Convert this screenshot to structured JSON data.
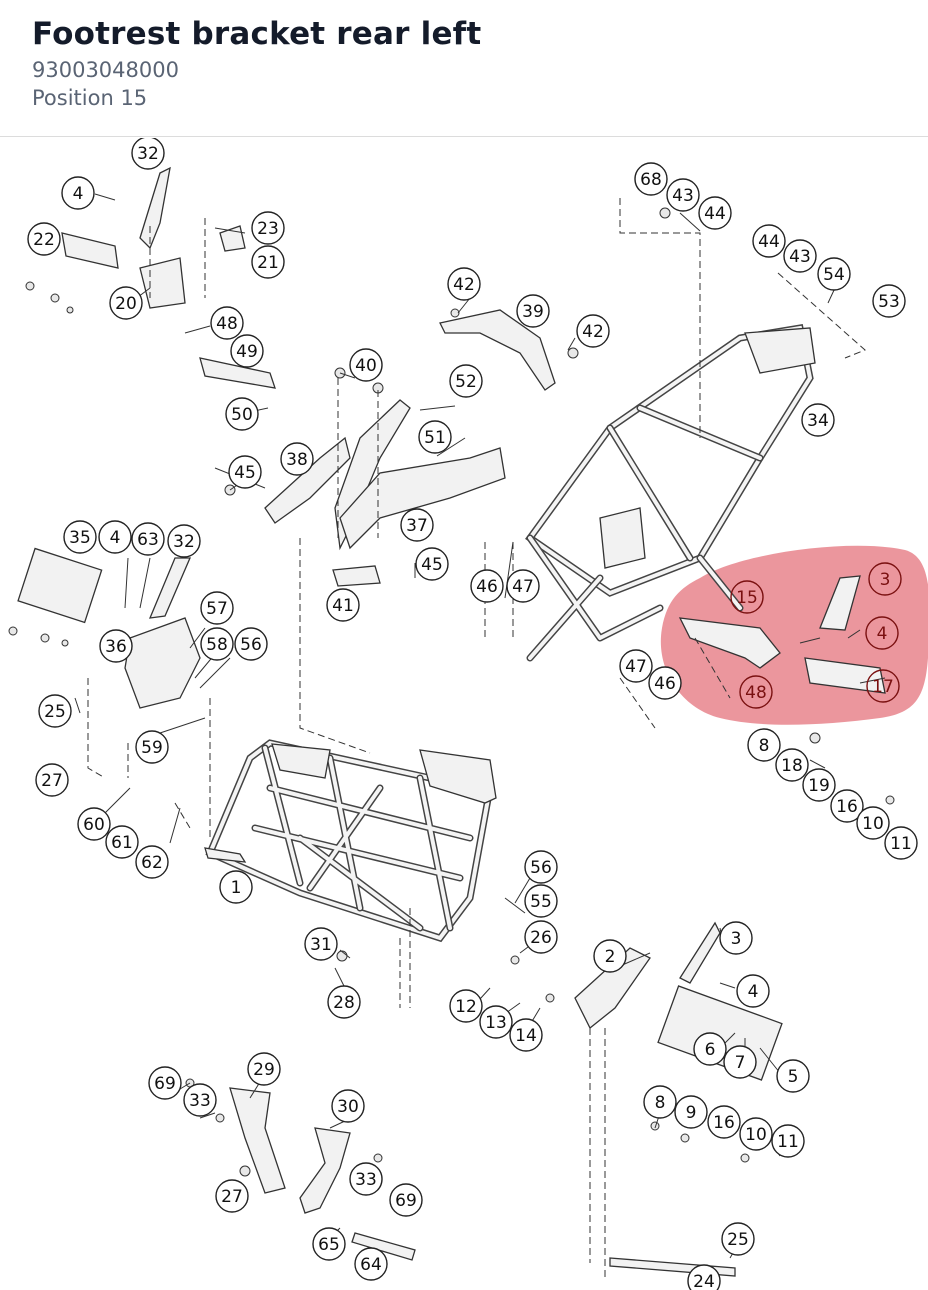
{
  "header": {
    "title": "Footrest bracket rear left",
    "part_number": "93003048000",
    "position": "Position 15"
  },
  "highlight": {
    "color": "#e8848c",
    "callouts": [
      "15",
      "3",
      "4",
      "17",
      "48"
    ]
  },
  "callouts": [
    "32",
    "4",
    "23",
    "22",
    "21",
    "20",
    "48",
    "49",
    "50",
    "68",
    "43",
    "44",
    "44",
    "43",
    "54",
    "53",
    "42",
    "39",
    "42",
    "40",
    "52",
    "51",
    "34",
    "45",
    "38",
    "37",
    "45",
    "41",
    "46",
    "47",
    "35",
    "4",
    "63",
    "32",
    "57",
    "36",
    "58",
    "56",
    "25",
    "59",
    "27",
    "60",
    "61",
    "62",
    "1",
    "56",
    "55",
    "26",
    "31",
    "28",
    "12",
    "13",
    "14",
    "2",
    "3",
    "4",
    "6",
    "7",
    "5",
    "47",
    "46",
    "8",
    "18",
    "19",
    "16",
    "10",
    "11",
    "69",
    "33",
    "29",
    "30",
    "27",
    "33",
    "69",
    "65",
    "64",
    "8",
    "9",
    "16",
    "10",
    "11",
    "25",
    "24"
  ]
}
